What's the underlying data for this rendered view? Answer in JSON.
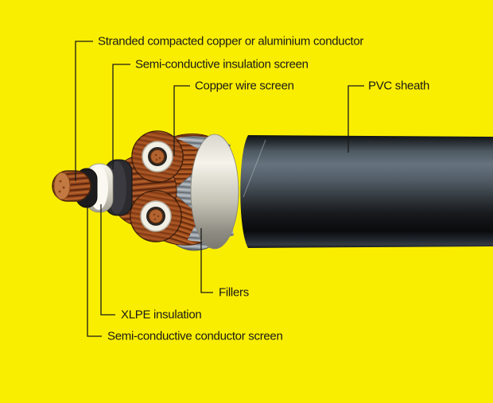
{
  "diagram": {
    "subject": "medium-voltage-power-cable-cutaway",
    "labels": {
      "conductor": "Stranded compacted copper or aluminium conductor",
      "insulation_screen": "Semi-conductive insulation screen",
      "copper_wire_screen": "Copper wire screen",
      "pvc_sheath": "PVC sheath",
      "fillers": "Fillers",
      "xlpe_insulation": "XLPE insulation",
      "conductor_screen": "Semi-conductive conductor screen"
    },
    "colors": {
      "background": "#faee00",
      "leader_line": "#1a1a1a",
      "label_text": "#1a1a1a",
      "pvc_sheath_black": "#14171a",
      "copper": "#a2501f",
      "xlpe_white": "#f2efe5",
      "filler_gray": "#9aa1a7",
      "binder_tape_white": "#e8e6dc"
    }
  }
}
